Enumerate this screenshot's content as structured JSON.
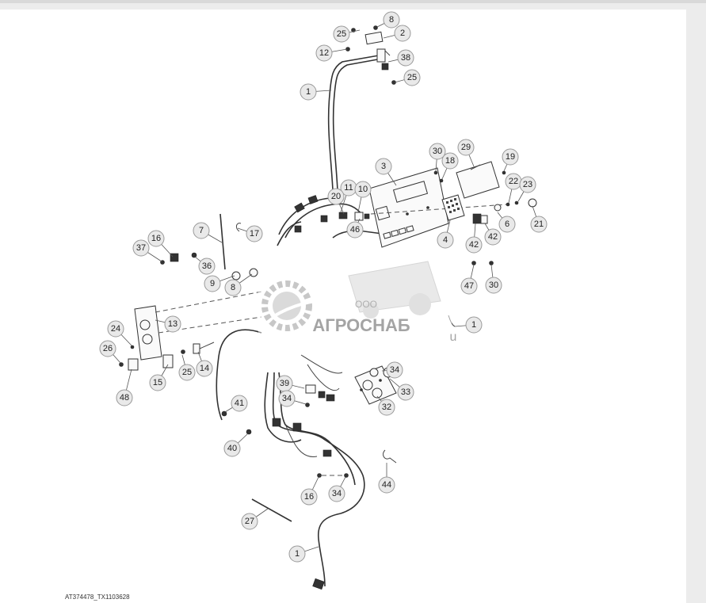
{
  "diagram": {
    "callouts": [
      {
        "id": "c25a",
        "label": "25"
      },
      {
        "id": "c8a",
        "label": "8"
      },
      {
        "id": "c2",
        "label": "2"
      },
      {
        "id": "c12",
        "label": "12"
      },
      {
        "id": "c38",
        "label": "38"
      },
      {
        "id": "c25b",
        "label": "25"
      },
      {
        "id": "c1a",
        "label": "1"
      },
      {
        "id": "c30a",
        "label": "30"
      },
      {
        "id": "c29",
        "label": "29"
      },
      {
        "id": "c3",
        "label": "3"
      },
      {
        "id": "c18",
        "label": "18"
      },
      {
        "id": "c19",
        "label": "19"
      },
      {
        "id": "c22",
        "label": "22"
      },
      {
        "id": "c23",
        "label": "23"
      },
      {
        "id": "c11",
        "label": "11"
      },
      {
        "id": "c10",
        "label": "10"
      },
      {
        "id": "c20",
        "label": "20"
      },
      {
        "id": "c46",
        "label": "46"
      },
      {
        "id": "c4",
        "label": "4"
      },
      {
        "id": "c6",
        "label": "6"
      },
      {
        "id": "c21",
        "label": "21"
      },
      {
        "id": "c42a",
        "label": "42"
      },
      {
        "id": "c42b",
        "label": "42"
      },
      {
        "id": "c7",
        "label": "7"
      },
      {
        "id": "c17",
        "label": "17"
      },
      {
        "id": "c16a",
        "label": "16"
      },
      {
        "id": "c37",
        "label": "37"
      },
      {
        "id": "c36",
        "label": "36"
      },
      {
        "id": "c9",
        "label": "9"
      },
      {
        "id": "c8b",
        "label": "8"
      },
      {
        "id": "c47",
        "label": "47"
      },
      {
        "id": "c30b",
        "label": "30"
      },
      {
        "id": "c13",
        "label": "13"
      },
      {
        "id": "c24",
        "label": "24"
      },
      {
        "id": "c1b",
        "label": "1"
      },
      {
        "id": "c26",
        "label": "26"
      },
      {
        "id": "c15",
        "label": "15"
      },
      {
        "id": "c25c",
        "label": "25"
      },
      {
        "id": "c14",
        "label": "14"
      },
      {
        "id": "c48",
        "label": "48"
      },
      {
        "id": "c34a",
        "label": "34"
      },
      {
        "id": "c33",
        "label": "33"
      },
      {
        "id": "c39",
        "label": "39"
      },
      {
        "id": "c34b",
        "label": "34"
      },
      {
        "id": "c32",
        "label": "32"
      },
      {
        "id": "c41",
        "label": "41"
      },
      {
        "id": "c40",
        "label": "40"
      },
      {
        "id": "c44",
        "label": "44"
      },
      {
        "id": "c16b",
        "label": "16"
      },
      {
        "id": "c34c",
        "label": "34"
      },
      {
        "id": "c27",
        "label": "27"
      },
      {
        "id": "c1c",
        "label": "1"
      }
    ]
  },
  "watermark": {
    "company_prefix": "ООО",
    "company_name": "АГРОСНАБ",
    "suffix": "u"
  },
  "figure_id": "AT374478_TX1103628",
  "colors": {
    "callout_fill": "#e9e9e9",
    "callout_stroke": "#9a9a9a",
    "line": "#333333",
    "watermark": "#9a9a9a"
  }
}
